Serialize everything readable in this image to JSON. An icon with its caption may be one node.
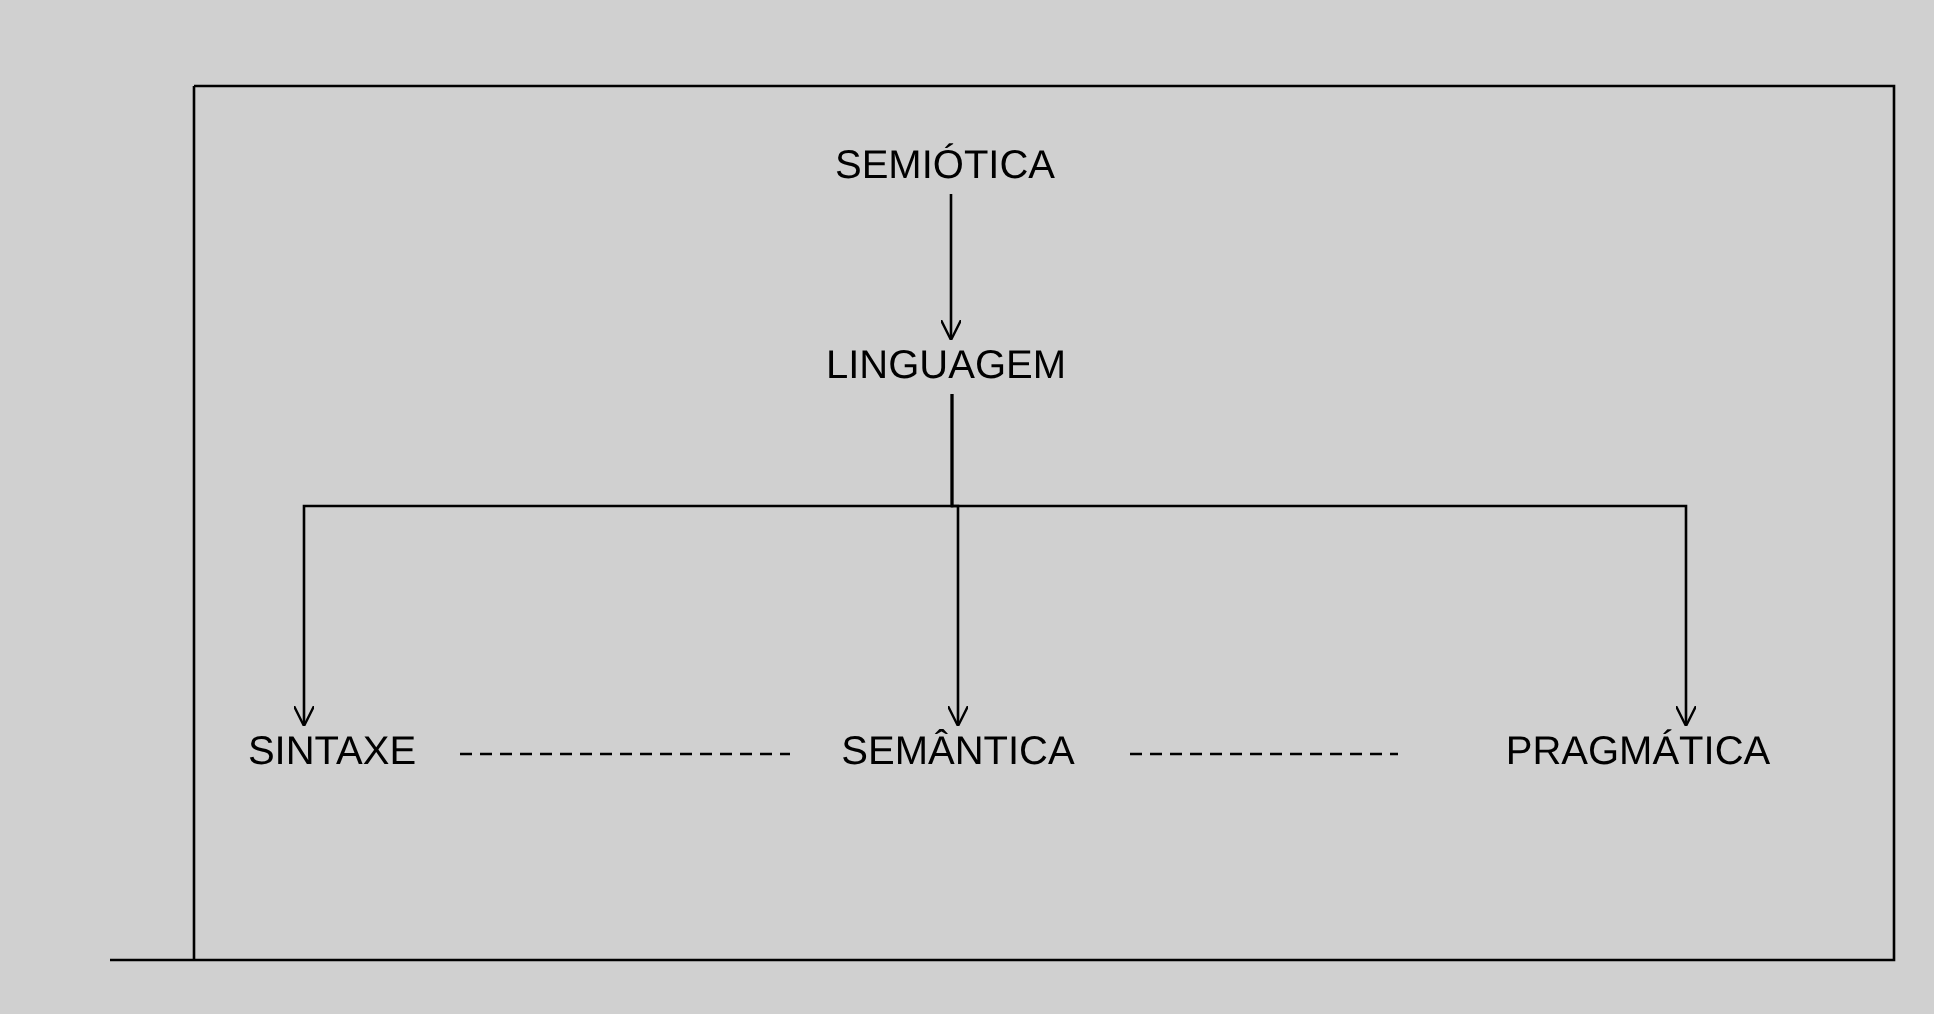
{
  "diagram": {
    "nodes": [
      {
        "text": [
          "SEMIÓTICA"
        ]
      },
      {
        "text": [
          "LINGUAGEM"
        ]
      },
      {
        "text": [
          "SINTAXE"
        ]
      },
      {
        "text": [
          "SEMÂNTICA"
        ]
      },
      {
        "text": [
          "PRAGMÁTICA"
        ]
      }
    ],
    "edges": [
      {
        "from": 0,
        "to": 1,
        "arrow": "to"
      },
      {
        "from": 1,
        "to": 2,
        "arrow": "to"
      },
      {
        "from": 1,
        "to": 3,
        "arrow": "to"
      },
      {
        "from": 1,
        "to": 4,
        "arrow": "to"
      },
      {
        "from": 2,
        "to": 3,
        "arrow": "none",
        "style": "dashed"
      },
      {
        "from": 3,
        "to": 4,
        "arrow": "none",
        "style": "dashed"
      }
    ]
  }
}
